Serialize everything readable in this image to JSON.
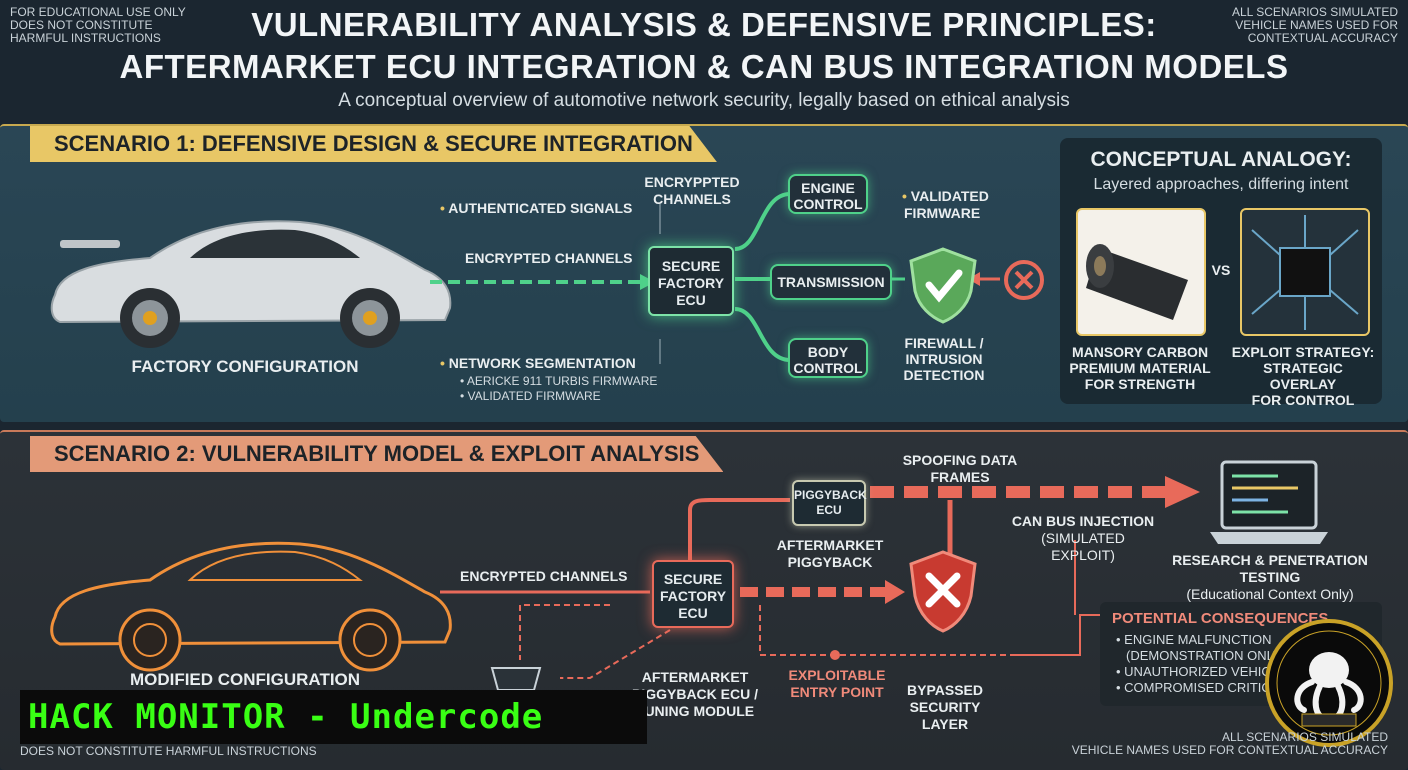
{
  "corner": {
    "top_left": [
      "FOR EDUCATIONAL USE ONLY",
      "DOES NOT CONSTITUTE",
      "HARMFUL INSTRUCTIONS"
    ],
    "top_right": [
      "ALL SCENARIOS SIMULATED",
      "VEHICLE NAMES USED FOR",
      "CONTEXTUAL ACCURACY"
    ],
    "bottom_left": "DOES NOT CONSTITUTE HARMFUL INSTRUCTIONS",
    "bottom_right": [
      "ALL SCENARIOS SIMULATED",
      "VEHICLE NAMES USED FOR CONTEXTUAL ACCURACY"
    ]
  },
  "title": {
    "line1": "VULNERABILITY ANALYSIS & DEFENSIVE PRINCIPLES:",
    "line2": "AFTERMARKET ECU INTEGRATION & CAN BUS INTEGRATION MODELS",
    "subtitle": "A conceptual overview of automotive network security, legally based on ethical analysis"
  },
  "scenario1": {
    "banner": "SCENARIO 1: DEFENSIVE DESIGN & SECURE INTEGRATION",
    "car_label": "FACTORY CONFIGURATION",
    "authenticated": "AUTHENTICATED SIGNALS",
    "encrypted_top": [
      "ENCRYPPTED",
      "CHANNELS"
    ],
    "encrypted_line": "ENCRYPTED CHANNELS",
    "segmentation": "NETWORK SEGMENTATION",
    "seg_items": [
      "AERICKE 911 TURBIS FIRMWARE",
      "VALIDATED FIRMWARE"
    ],
    "ecu": [
      "SECURE",
      "FACTORY",
      "ECU"
    ],
    "engine": [
      "ENGINE",
      "CONTROL"
    ],
    "transmission": "TRANSMISSION",
    "body": [
      "BODY",
      "CONTROL"
    ],
    "validated": [
      "VALIDATED",
      "FIRMWARE"
    ],
    "firewall": [
      "FIREWALL /",
      "INTRUSION",
      "DETECTION"
    ]
  },
  "analogy": {
    "title": "CONCEPTUAL ANALOGY:",
    "subtitle": "Layered approaches, differing intent",
    "vs": "VS",
    "left": [
      "MANSORY CARBON",
      "PREMIUM MATERIAL",
      "FOR STRENGTH"
    ],
    "right": [
      "EXPLOIT STRATEGY:",
      "STRATEGIC OVERLAY",
      "FOR CONTROL"
    ]
  },
  "scenario2": {
    "banner": "SCENARIO 2: VULNERABILITY MODEL & EXPLOIT ANALYSIS",
    "car_label": "MODIFIED CONFIGURATION",
    "encrypted_line": "ENCRYPTED CHANNELS",
    "piggyback_chip": [
      "PIGGYBACK",
      "ECU"
    ],
    "piggyback_label": [
      "AFTERMARKET",
      "PIGGYBACK"
    ],
    "spoofing": [
      "SPOOFING DATA",
      "FRAMES"
    ],
    "injection": "CAN BUS INJECTION",
    "injection_sub": "(SIMULATED EXPLOIT)",
    "ecu": [
      "SECURE",
      "FACTORY",
      "ECU"
    ],
    "tuning": [
      "AFTERMARKET",
      "PIGGYBACK ECU /",
      "TUNING MODULE"
    ],
    "entry": [
      "EXPLOITABLE",
      "ENTRY POINT"
    ],
    "bypassed": [
      "BYPASSED",
      "SECURITY",
      "LAYER"
    ],
    "research": "RESEARCH & PENETRATION TESTING",
    "research_sub": "(Educational Context Only)",
    "consequences_title": "POTENTIAL CONSEQUENCES",
    "consequences": [
      "ENGINE MALFUNCTION",
      "(DEMONSTRATION ONLY)",
      "UNAUTHORIZED VEHICLE",
      "COMPROMISED CRITICAL"
    ]
  },
  "watermark": "HACK MONITOR - Undercode",
  "colors": {
    "bg": "#1b2630",
    "green": "#4fd18a",
    "red": "#e86a5a",
    "gold_banner": "#e8c766",
    "salmon_banner": "#e39a78",
    "watermark_green": "#39ff14"
  }
}
